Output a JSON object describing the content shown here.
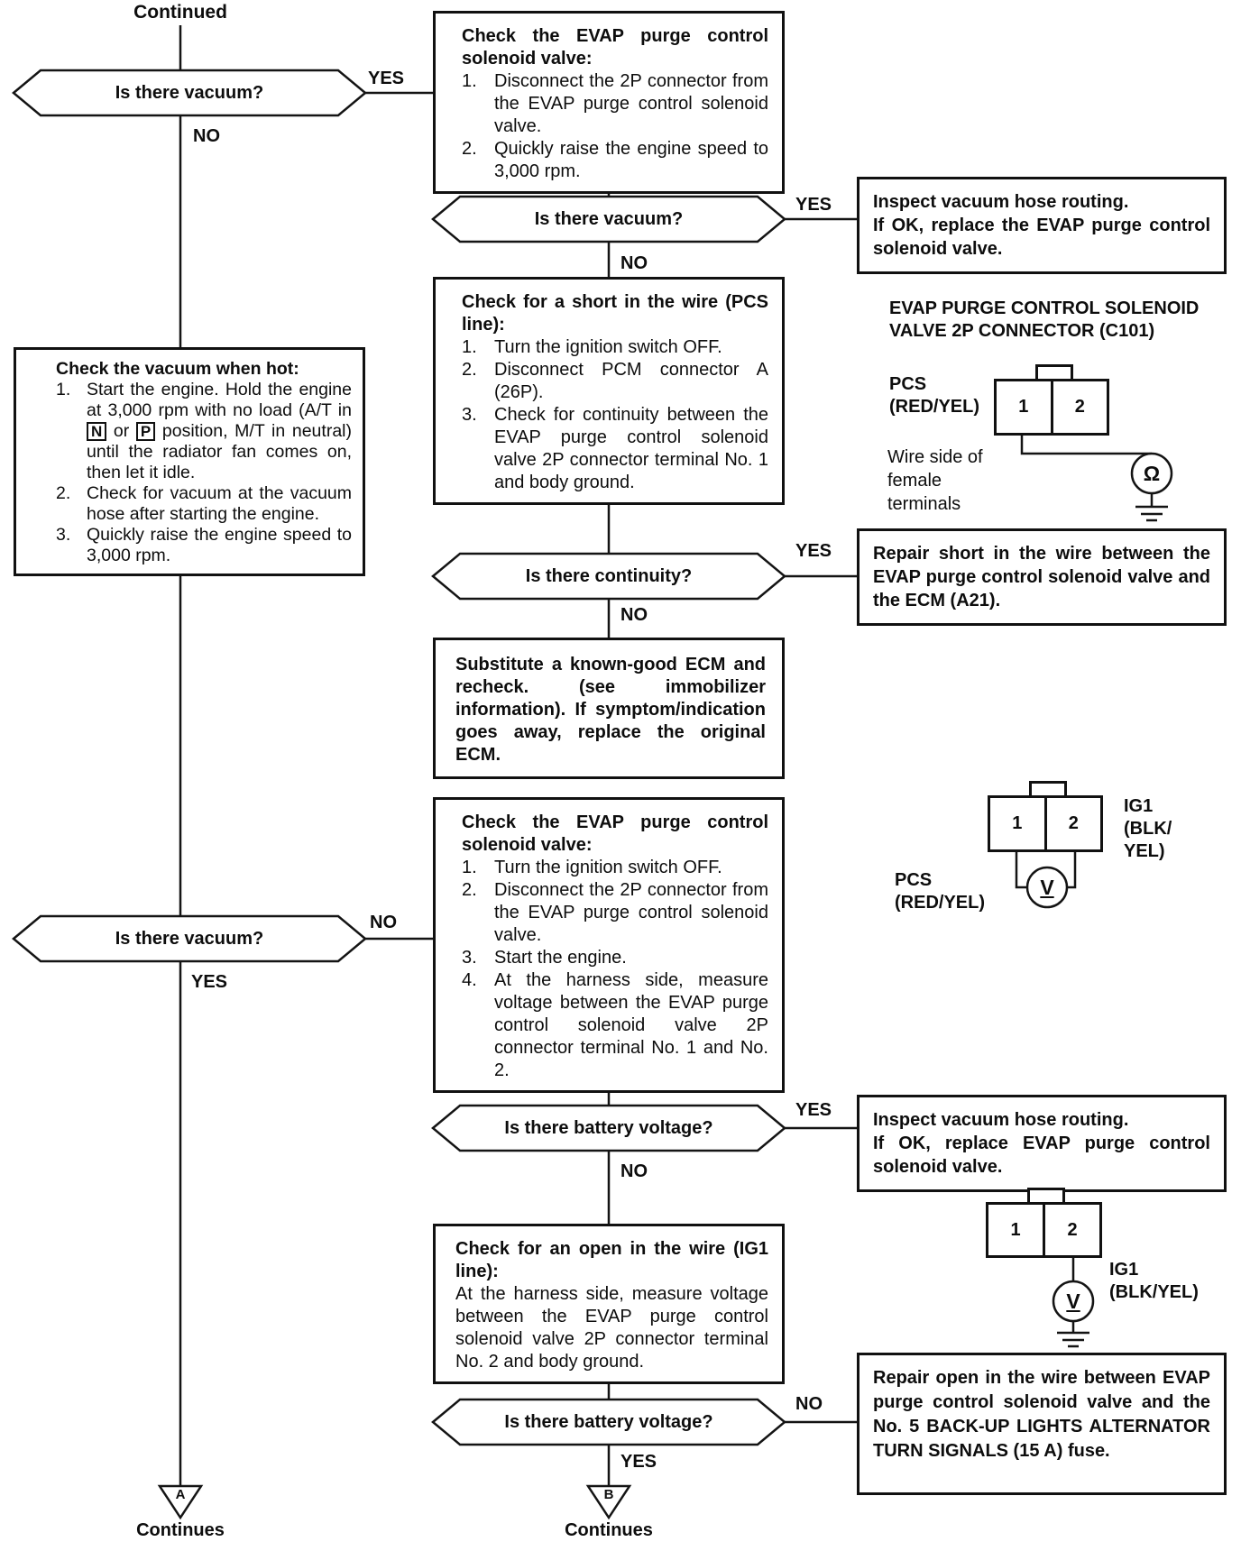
{
  "header": {
    "continued": "Continued"
  },
  "labels": {
    "yes": "YES",
    "no": "NO"
  },
  "decisions": {
    "vacuum1": "Is there vacuum?",
    "vacuum2": "Is there vacuum?",
    "vacuum3": "Is there vacuum?",
    "continuity": "Is there continuity?",
    "battery1": "Is there battery voltage?",
    "battery2": "Is there battery voltage?"
  },
  "boxes": {
    "check_evap_valve_1": {
      "title": "Check the EVAP purge control solenoid valve:",
      "steps": [
        {
          "n": "1.",
          "text": "Disconnect the 2P connector from the EVAP purge control solenoid valve."
        },
        {
          "n": "2.",
          "text": "Quickly raise the engine speed to 3,000 rpm."
        }
      ]
    },
    "inspect_routing_1": {
      "line1": "Inspect vacuum hose routing.",
      "line2": "If OK, replace the EVAP purge control solenoid valve."
    },
    "check_short_pcs": {
      "title": "Check for a short in the wire (PCS line):",
      "steps": [
        {
          "n": "1.",
          "text": "Turn the ignition switch OFF."
        },
        {
          "n": "2.",
          "text": "Disconnect PCM connector A (26P)."
        },
        {
          "n": "3.",
          "text": "Check for continuity between the EVAP purge control solenoid valve 2P connector terminal No. 1 and body ground."
        }
      ]
    },
    "repair_short": {
      "text": "Repair short in the wire between the EVAP purge control solenoid valve and the ECM (A21)."
    },
    "substitute_ecm": {
      "text": "Substitute a known-good ECM and recheck. (see immobilizer information). If symptom/indication goes away, replace the original ECM."
    },
    "check_vacuum_hot": {
      "title": "Check the vacuum when hot:",
      "step1": {
        "n": "1.",
        "pre": "Start the engine. Hold the engine at 3,000 rpm with no load (A/T in ",
        "boxed1": "N",
        "mid": " or ",
        "boxed2": "P",
        "post": " position, M/T in neutral) until the radiator fan comes on, then let it idle."
      },
      "step2": {
        "n": "2.",
        "text": "Check for vacuum at the vacuum hose after starting the engine."
      },
      "step3": {
        "n": "3.",
        "text": "Quickly raise the engine speed to 3,000 rpm."
      }
    },
    "check_evap_valve_2": {
      "title": "Check the EVAP purge control solenoid valve:",
      "steps": [
        {
          "n": "1.",
          "text": "Turn the ignition switch OFF."
        },
        {
          "n": "2.",
          "text": "Disconnect the 2P connector from the EVAP purge control solenoid valve."
        },
        {
          "n": "3.",
          "text": "Start the engine."
        },
        {
          "n": "4.",
          "text": "At the harness side, measure voltage between the EVAP purge control solenoid valve 2P connector terminal No. 1 and No. 2."
        }
      ]
    },
    "inspect_routing_2": {
      "line1": "Inspect vacuum hose routing.",
      "line2": "If OK, replace EVAP purge control solenoid valve."
    },
    "check_open_ig1": {
      "title": "Check for an open in the wire (IG1 line):",
      "body": "At the harness side, measure voltage between the EVAP purge control solenoid valve 2P connector terminal No. 2 and body ground."
    },
    "repair_open": {
      "text": "Repair open in the wire between EVAP purge control solenoid valve and the No. 5 BACK-UP LIGHTS ALTERNATOR TURN SIGNALS (15 A) fuse."
    }
  },
  "connectors": {
    "c101": {
      "heading": "EVAP PURGE CONTROL SOLENOID VALVE 2P CONNECTOR (C101)",
      "signal_lines": [
        "PCS",
        "(RED/YEL)"
      ],
      "terminals": [
        "1",
        "2"
      ],
      "note_lines": [
        "Wire side of",
        "female",
        "terminals"
      ],
      "meter": "Ω"
    },
    "ig1_pcs": {
      "right_label_lines": [
        "IG1",
        "(BLK/",
        "YEL)"
      ],
      "left_label_lines": [
        "PCS",
        "(RED/YEL)"
      ],
      "terminals": [
        "1",
        "2"
      ],
      "meter": "V"
    },
    "ig1": {
      "label_lines": [
        "IG1",
        "(BLK/YEL)"
      ],
      "terminals": [
        "1",
        "2"
      ],
      "meter": "V"
    }
  },
  "footer": {
    "ref_a": "A",
    "ref_b": "B",
    "continues_left": "Continues",
    "continues_right": "Continues"
  }
}
